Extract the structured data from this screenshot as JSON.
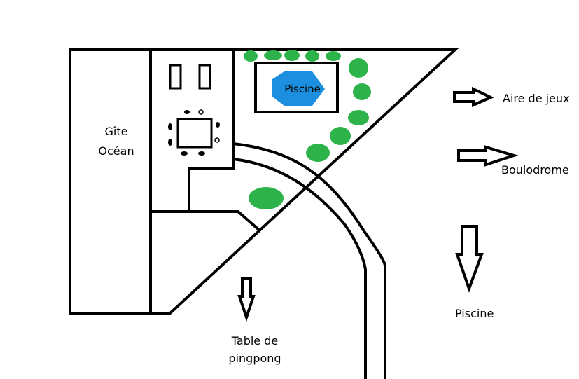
{
  "building": {
    "name_line1": "Gîte",
    "name_line2": "Océan"
  },
  "pool": {
    "label": "Piscine",
    "fill_color": "#1d8fe0"
  },
  "hedge_color": "#2db34a",
  "directions": [
    {
      "id": "aire-de-jeux",
      "label": "Aire de jeux",
      "arrow": "right"
    },
    {
      "id": "boulodrome",
      "label": "Boulodrome",
      "arrow": "right"
    },
    {
      "id": "piscine",
      "label": "Piscine",
      "arrow": "down"
    },
    {
      "id": "table-pingpong",
      "label_line1": "Table de",
      "label_line2": "pingpong",
      "arrow": "down"
    }
  ]
}
